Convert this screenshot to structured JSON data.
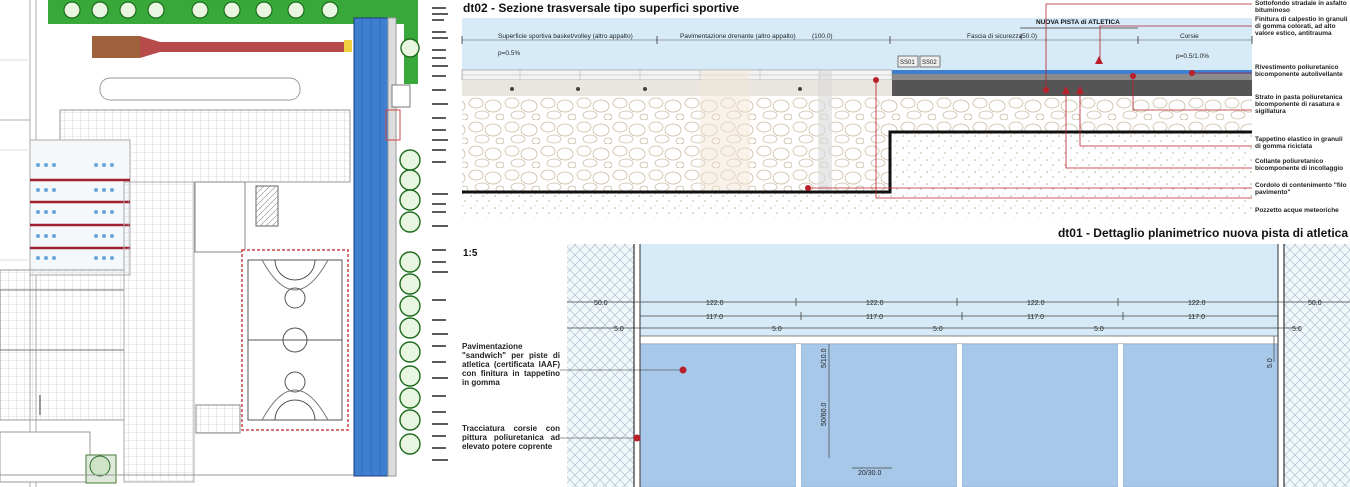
{
  "dt02": {
    "title": "dt02 - Sezione trasversale tipo superfici sportive",
    "zone_basket": "Superficie sportiva basket/volley (altro appalto)",
    "zone_paving": "Pavimentazione drenante (altro appalto)",
    "zone_paving_dim": "(100.0)",
    "zone_safety": "Fascia di sicurezza",
    "zone_safety_dim": "(50.0)",
    "zone_lanes": "Corsie",
    "new_track": "NUOVA PISTA di ATLETICA",
    "slope_left": "p=0.5%",
    "slope_right": "p=0.5/1.0%",
    "marker_1": "SS01",
    "marker_2": "SS02",
    "legend": [
      "Sottofondo stradale in asfalto bituminoso",
      "Finitura di calpestio in granuli di gomma colorati, ad alto valore estico, antitrauma",
      "Rivestimento poliuretanico bicomponente autolivellante",
      "Strato in pasta poliuretanica bicomponente di rasatura e sigillatura",
      "Tappetino elastico in granuli di gomma riciclata",
      "Collante poliuretanico bicomponente di incollaggio",
      "Cordolo di contenimento \"filo pavimento\"",
      "Pozzetto acque meteoriche"
    ]
  },
  "dt01": {
    "title": "dt01 - Dettaglio planimetrico nuova pista di atletica",
    "scale": "1:5",
    "dim_side": "50.0",
    "dim_lane_outer": "122.0",
    "dim_lane_inner": "117.0",
    "dim_gap": "5.0",
    "dim_v1": "5/10.0",
    "dim_v2": "50/60.0",
    "dim_bottom": "20/30.0",
    "note_paving": "Pavimentazione \"sandwich\" per piste di atletica (certificata IAAF) con finitura in tappetino in gomma",
    "note_marking": "Tracciatura corsie con pittura poliuretanica ad elevato potere coprente"
  },
  "colors": {
    "track_blue": "#3f7fd0",
    "lane_blue": "#a8c8ea",
    "sky_blue": "#d6ebf7",
    "red_accent": "#b8202a",
    "grass": "#2e9a2e"
  }
}
